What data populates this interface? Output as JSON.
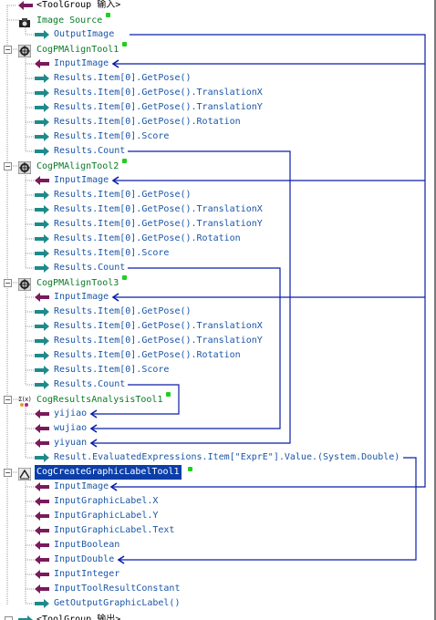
{
  "tree": {
    "group_input": "<ToolGroup 输入>",
    "group_output": "<ToolGroup 输出>",
    "tools": [
      {
        "id": "image-source",
        "name": "Image Source",
        "icon": "camera-icon",
        "expander": "",
        "terminals": [
          {
            "dir": "out",
            "label": "OutputImage"
          }
        ]
      },
      {
        "id": "pmalign-1",
        "name": "CogPMAlignTool1",
        "icon": "pmalign-icon",
        "expander": "−",
        "terminals": [
          {
            "dir": "in",
            "label": "InputImage"
          },
          {
            "dir": "out",
            "label": "Results.Item[0].GetPose()"
          },
          {
            "dir": "out",
            "label": "Results.Item[0].GetPose().TranslationX"
          },
          {
            "dir": "out",
            "label": "Results.Item[0].GetPose().TranslationY"
          },
          {
            "dir": "out",
            "label": "Results.Item[0].GetPose().Rotation"
          },
          {
            "dir": "out",
            "label": "Results.Item[0].Score"
          },
          {
            "dir": "out",
            "label": "Results.Count"
          }
        ]
      },
      {
        "id": "pmalign-2",
        "name": "CogPMAlignTool2",
        "icon": "pmalign-icon",
        "expander": "−",
        "terminals": [
          {
            "dir": "in",
            "label": "InputImage"
          },
          {
            "dir": "out",
            "label": "Results.Item[0].GetPose()"
          },
          {
            "dir": "out",
            "label": "Results.Item[0].GetPose().TranslationX"
          },
          {
            "dir": "out",
            "label": "Results.Item[0].GetPose().TranslationY"
          },
          {
            "dir": "out",
            "label": "Results.Item[0].GetPose().Rotation"
          },
          {
            "dir": "out",
            "label": "Results.Item[0].Score"
          },
          {
            "dir": "out",
            "label": "Results.Count"
          }
        ]
      },
      {
        "id": "pmalign-3",
        "name": "CogPMAlignTool3",
        "icon": "pmalign-icon",
        "expander": "−",
        "terminals": [
          {
            "dir": "in",
            "label": "InputImage"
          },
          {
            "dir": "out",
            "label": "Results.Item[0].GetPose()"
          },
          {
            "dir": "out",
            "label": "Results.Item[0].GetPose().TranslationX"
          },
          {
            "dir": "out",
            "label": "Results.Item[0].GetPose().TranslationY"
          },
          {
            "dir": "out",
            "label": "Results.Item[0].GetPose().Rotation"
          },
          {
            "dir": "out",
            "label": "Results.Item[0].Score"
          },
          {
            "dir": "out",
            "label": "Results.Count"
          }
        ]
      },
      {
        "id": "results-analysis",
        "name": "CogResultsAnalysisTool1",
        "icon": "sigma-icon",
        "icon_text": "Σ(x)",
        "expander": "−",
        "terminals": [
          {
            "dir": "in",
            "label": "yijiao"
          },
          {
            "dir": "in",
            "label": "wujiao"
          },
          {
            "dir": "in",
            "label": "yiyuan"
          },
          {
            "dir": "out",
            "label": "Result.EvaluatedExpressions.Item[\"ExprE\"].Value.(System.Double)"
          }
        ]
      },
      {
        "id": "create-graphic-label",
        "name": "CogCreateGraphicLabelTool1",
        "icon": "label-icon",
        "expander": "−",
        "selected": true,
        "terminals": [
          {
            "dir": "in",
            "label": "InputImage"
          },
          {
            "dir": "in",
            "label": "InputGraphicLabel.X"
          },
          {
            "dir": "in",
            "label": "InputGraphicLabel.Y"
          },
          {
            "dir": "in",
            "label": "InputGraphicLabel.Text"
          },
          {
            "dir": "in",
            "label": "InputBoolean"
          },
          {
            "dir": "in",
            "label": "InputDouble"
          },
          {
            "dir": "in",
            "label": "InputInteger"
          },
          {
            "dir": "in",
            "label": "InputToolResultConstant"
          },
          {
            "dir": "out",
            "label": "GetOutputGraphicLabel()"
          }
        ]
      }
    ]
  },
  "colors": {
    "tool_name": "#0a7a28",
    "terminal_label": "#1a56a8",
    "link_line": "#0b1fa8",
    "input_arrow": "#7a1a5c",
    "output_arrow": "#1f8a8a",
    "status_dot": "#1fcf1f",
    "selection": "#0b3ea8"
  }
}
